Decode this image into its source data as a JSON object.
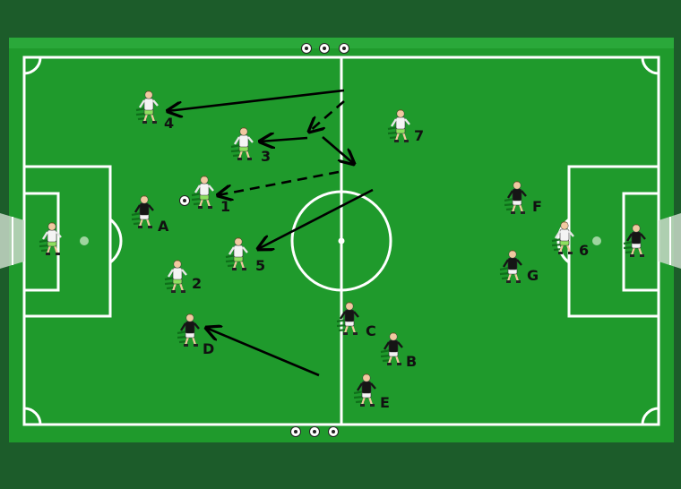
{
  "colors": {
    "background": "#1c5c2a",
    "pitch": "#1f9a2c",
    "lines": "#ffffff",
    "team_light_shirt": "#f4f4f4",
    "team_light_shorts": "#8ee060",
    "team_dark_shirt": "#151515",
    "team_dark_shorts": "#f4f4f4",
    "arrow": "#000000"
  },
  "players": [
    {
      "team": "white",
      "role": "goalkeeper",
      "label": ""
    },
    {
      "team": "white",
      "label": "4"
    },
    {
      "team": "white",
      "label": "3"
    },
    {
      "team": "white",
      "label": "1"
    },
    {
      "team": "white",
      "label": "2"
    },
    {
      "team": "white",
      "label": "5"
    },
    {
      "team": "white",
      "label": "7"
    },
    {
      "team": "white",
      "label": "6"
    },
    {
      "team": "black",
      "label": "A"
    },
    {
      "team": "black",
      "label": "D"
    },
    {
      "team": "black",
      "label": "C"
    },
    {
      "team": "black",
      "label": "B"
    },
    {
      "team": "black",
      "label": "E"
    },
    {
      "team": "black",
      "label": "F"
    },
    {
      "team": "black",
      "label": "G"
    },
    {
      "team": "black",
      "role": "goalkeeper",
      "label": ""
    }
  ],
  "balls": [
    {
      "icon": "soccer-ball-icon",
      "location": "top-touchline"
    },
    {
      "icon": "soccer-ball-icon",
      "location": "top-touchline"
    },
    {
      "icon": "soccer-ball-icon",
      "location": "top-touchline"
    },
    {
      "icon": "soccer-ball-icon",
      "location": "bottom-touchline"
    },
    {
      "icon": "soccer-ball-icon",
      "location": "bottom-touchline"
    },
    {
      "icon": "soccer-ball-icon",
      "location": "bottom-touchline"
    },
    {
      "icon": "soccer-ball-icon",
      "location": "with-player-1"
    }
  ],
  "arrows": [
    {
      "style": "solid",
      "description": "to player 4"
    },
    {
      "style": "dashed",
      "description": "toward player 3"
    },
    {
      "style": "solid",
      "description": "to player 3"
    },
    {
      "style": "solid",
      "description": "down the halfway line"
    },
    {
      "style": "dashed",
      "description": "to player 1"
    },
    {
      "style": "solid",
      "description": "to player 5"
    },
    {
      "style": "solid",
      "description": "to player D"
    }
  ]
}
